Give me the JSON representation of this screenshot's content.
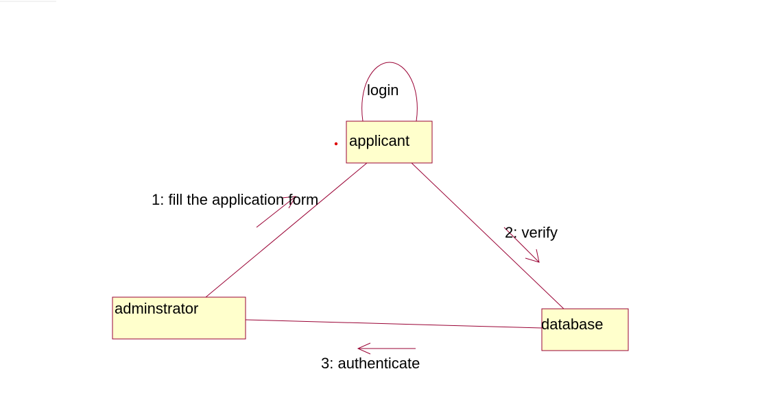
{
  "diagram": {
    "type": "collaboration",
    "colors": {
      "line": "#990033",
      "object_fill": "#ffffcc",
      "text": "#000000",
      "marker": "#dd0000",
      "background": "#ffffff"
    },
    "objects": {
      "applicant": "applicant",
      "administrator": "adminstrator",
      "database": "database"
    },
    "self_message": "login",
    "messages": {
      "m1": "1: fill the application form",
      "m2": "2: verify",
      "m3": "3: authenticate"
    }
  }
}
